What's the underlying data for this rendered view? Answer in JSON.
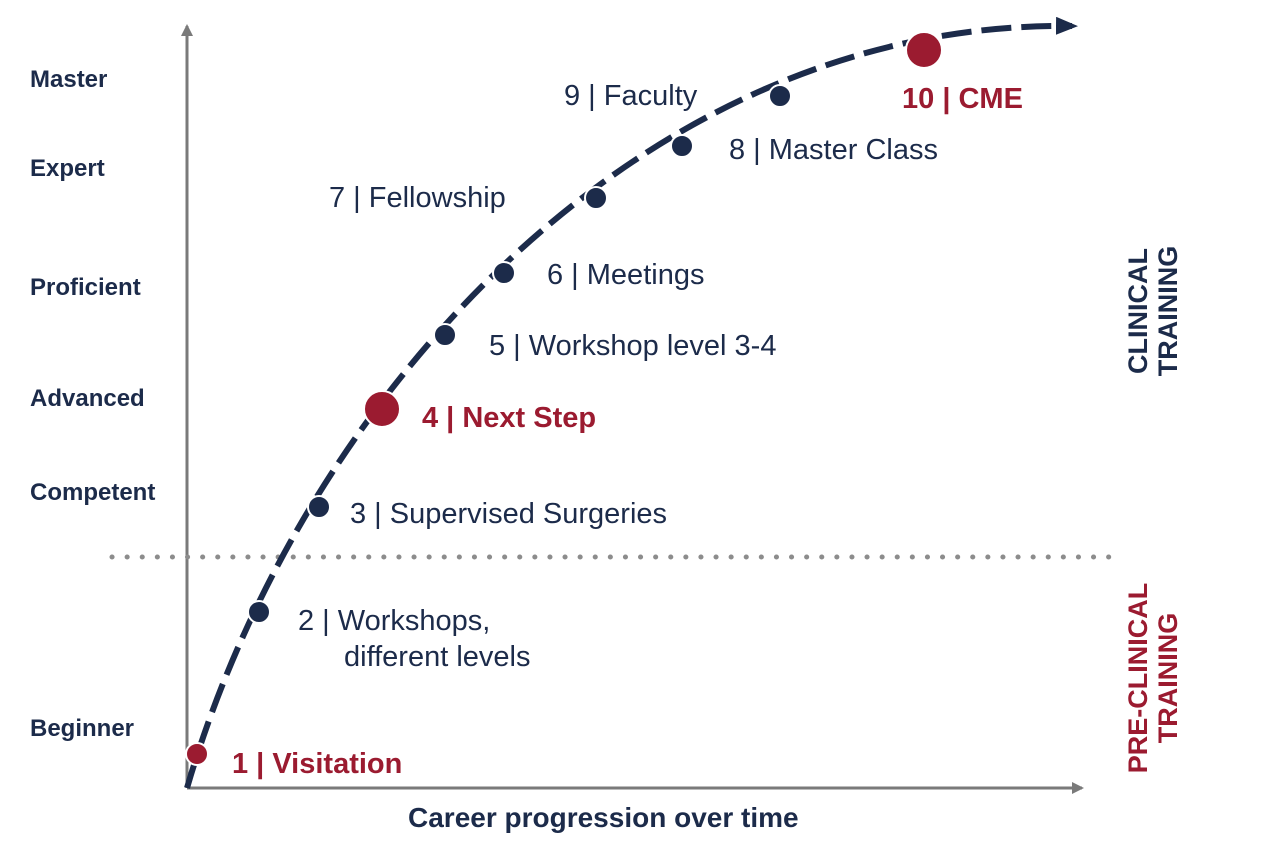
{
  "colors": {
    "navy": "#1c2b4a",
    "crimson": "#9b1b30",
    "axis": "#7a7a7a",
    "divider": "#8c8c8c"
  },
  "levels": [
    "Master",
    "Expert",
    "Proficient",
    "Advanced",
    "Competent",
    "Beginner"
  ],
  "steps": [
    {
      "number": "1",
      "label": "1 | Visitation",
      "highlight": true
    },
    {
      "number": "2",
      "label": "2 | Workshops,",
      "label2": "different levels",
      "highlight": false
    },
    {
      "number": "3",
      "label": "3 | Supervised Surgeries",
      "highlight": false
    },
    {
      "number": "4",
      "label": "4 | Next Step",
      "highlight": true
    },
    {
      "number": "5",
      "label": "5 | Workshop level 3-4",
      "highlight": false
    },
    {
      "number": "6",
      "label": "6 | Meetings",
      "highlight": false
    },
    {
      "number": "7",
      "label": "7 | Fellowship",
      "highlight": false
    },
    {
      "number": "8",
      "label": "8 | Master Class",
      "highlight": false
    },
    {
      "number": "9",
      "label": "9 | Faculty",
      "highlight": false
    },
    {
      "number": "10",
      "label": "10 | CME",
      "highlight": true
    }
  ],
  "x_axis_label": "Career progression over time",
  "zones": {
    "clinical": {
      "line1": "CLINICAL",
      "line2": "TRAINING"
    },
    "pre_clinical": {
      "line1": "PRE-CLINICAL",
      "line2": "TRAINING"
    }
  }
}
